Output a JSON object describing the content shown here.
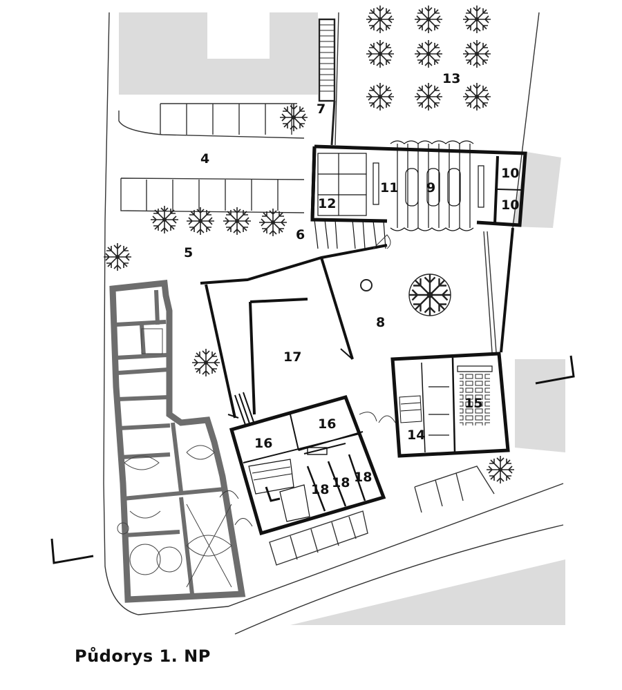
{
  "caption": "Půdorys 1. NP",
  "labels": {
    "l4": "4",
    "l5": "5",
    "l6": "6",
    "l7": "7",
    "l8": "8",
    "l9": "9",
    "l10a": "10",
    "l10b": "10",
    "l11": "11",
    "l12": "12",
    "l13": "13",
    "l14": "14",
    "l15": "15",
    "l16a": "16",
    "l16b": "16",
    "l17": "17",
    "l18a": "18",
    "l18b": "18",
    "l18c": "18"
  }
}
